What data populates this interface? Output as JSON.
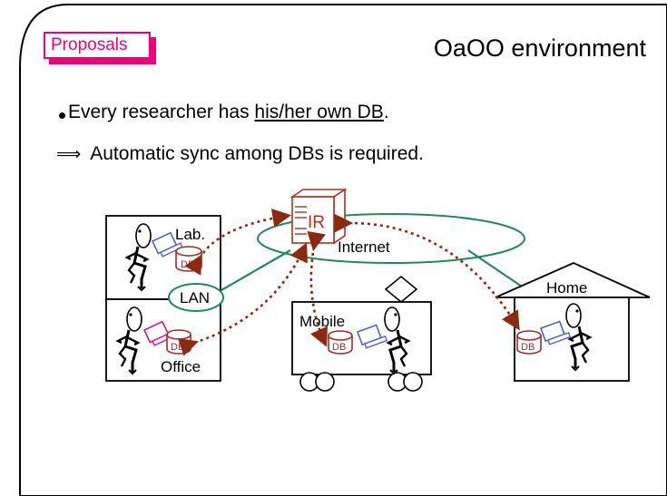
{
  "slide": {
    "section_tag": "Proposals",
    "title": "OaOO environment",
    "bullet": {
      "prefix": "Every researcher has ",
      "underlined": "his/her own DB",
      "suffix": "."
    },
    "implies": {
      "symbol": "⟹",
      "text": "Automatic sync among DBs is required."
    }
  },
  "diagram": {
    "server_label": "IR",
    "internet_label": "Internet",
    "lan_label": "LAN",
    "db_label": "DB",
    "locations": {
      "lab": "Lab.",
      "office": "Office",
      "mobile": "Mobile",
      "home": "Home"
    }
  },
  "colors": {
    "tag": "#f2007c",
    "network_line": "#1f8a5b",
    "sync_arrow": "#8b2a10",
    "db": "#a52a2a",
    "laptop_blue": "#4a63d8",
    "laptop_magenta": "#d6129a",
    "server": "#b03020"
  }
}
